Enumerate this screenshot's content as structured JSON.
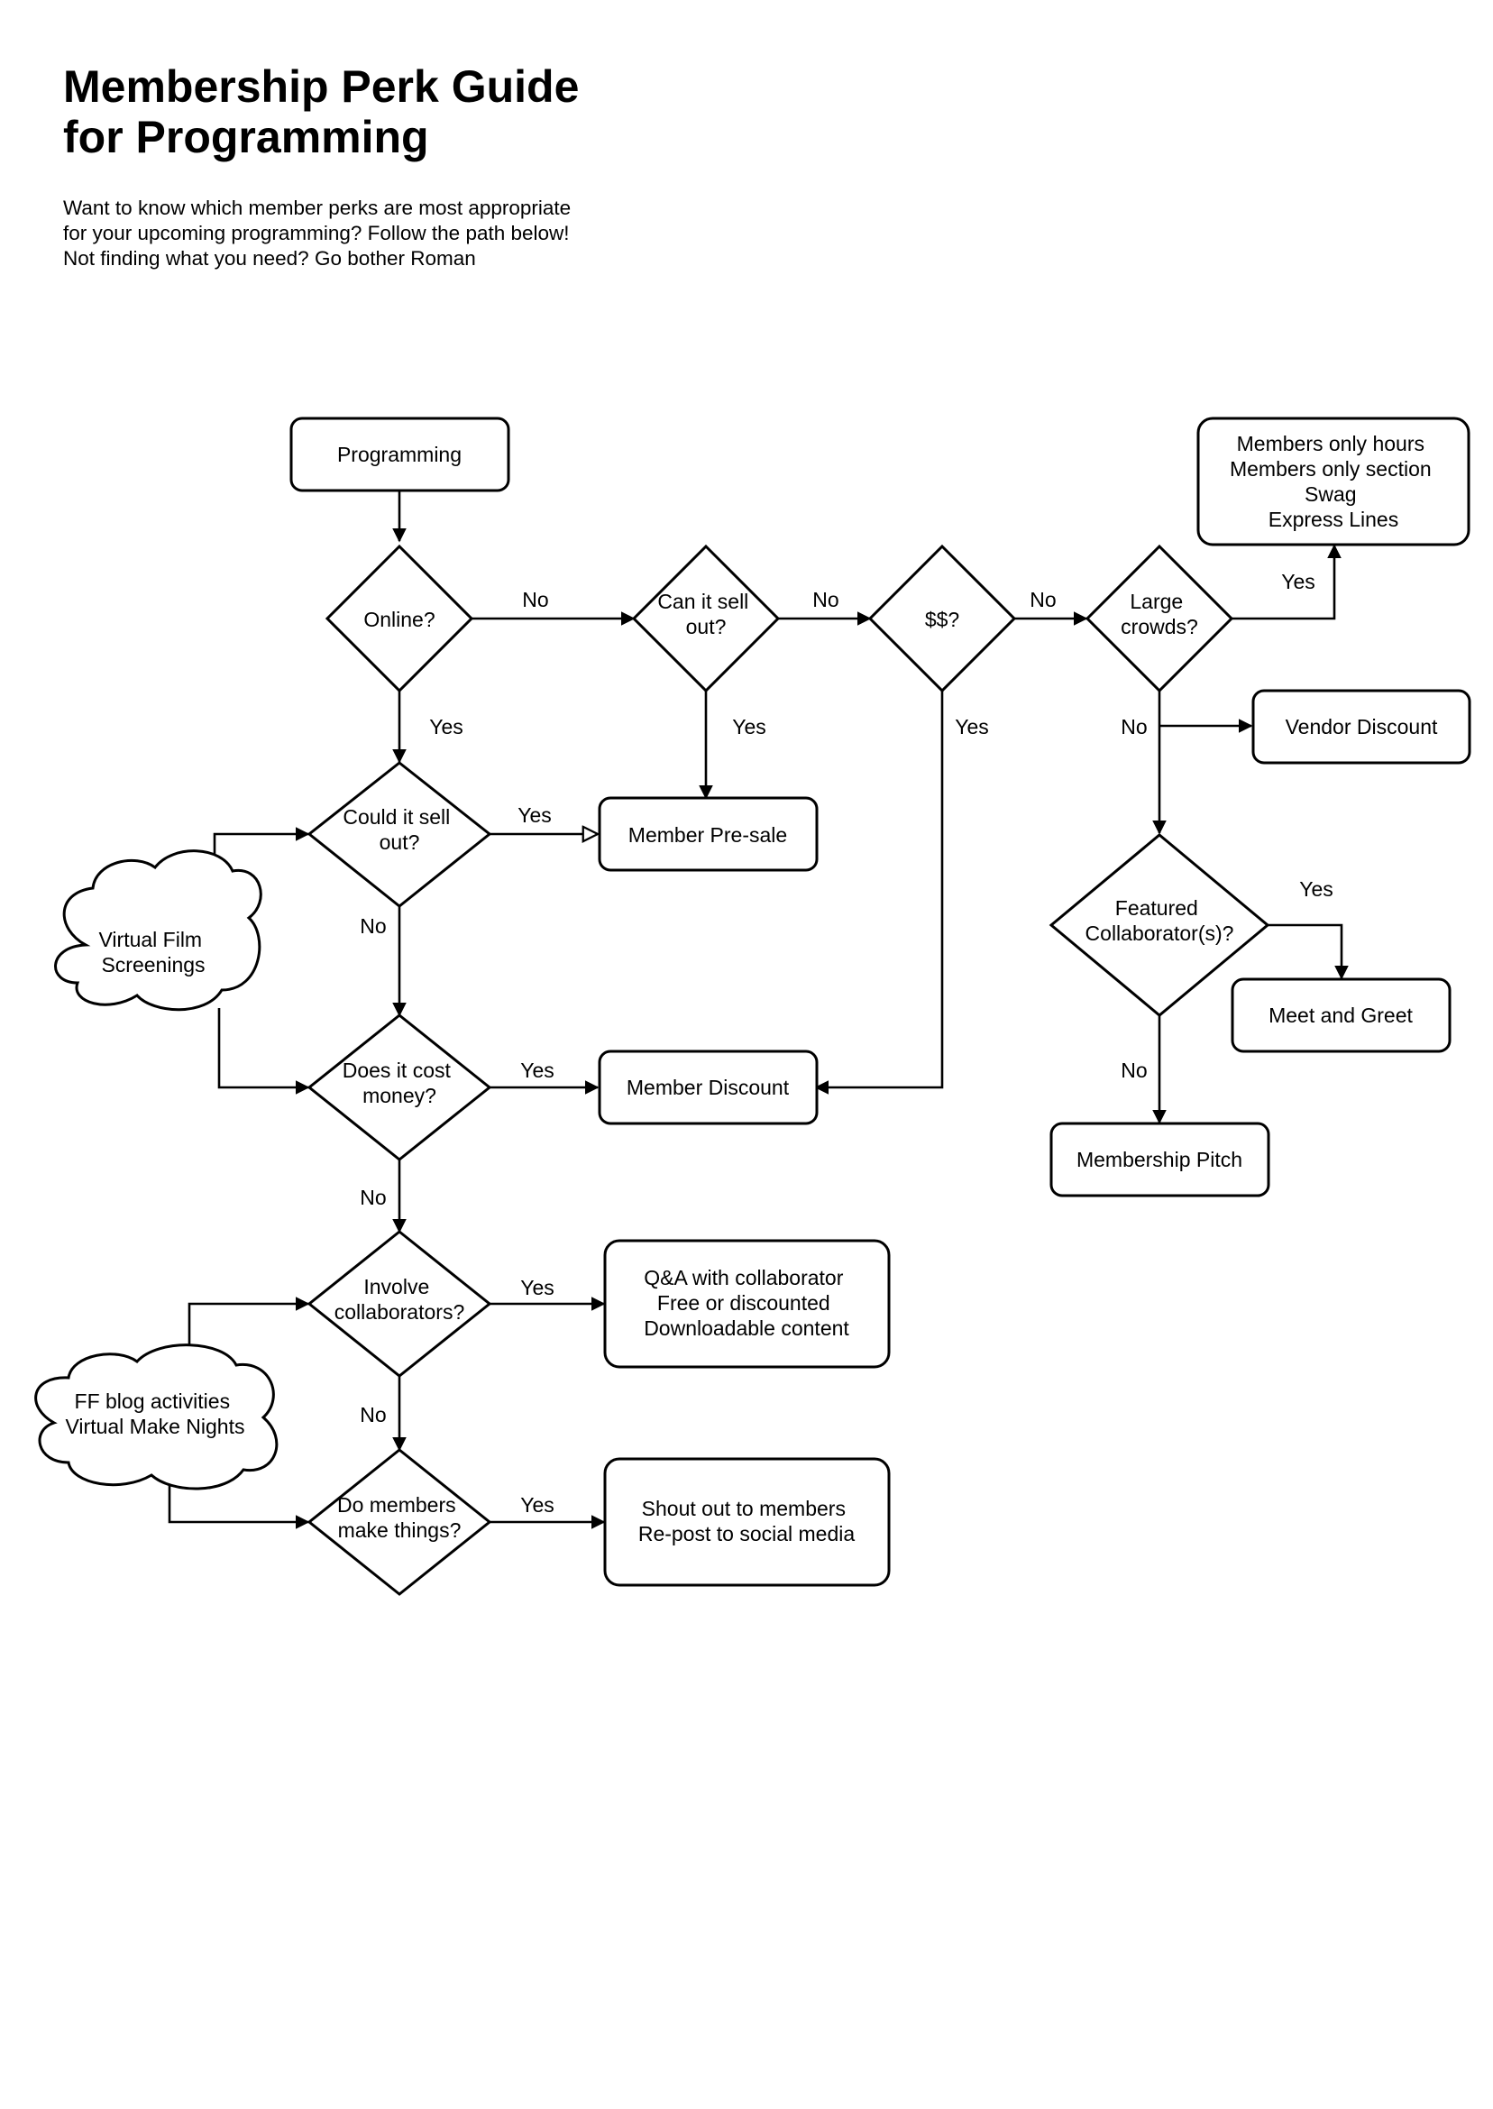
{
  "title": {
    "line1": "Membership Perk Guide",
    "line2": "for Programming"
  },
  "description": [
    "Want to know which member perks are most appropriate",
    "for your upcoming programming? Follow the path below!",
    "Not finding what you need? Go bother Roman"
  ],
  "nodes": {
    "programming": [
      "Programming"
    ],
    "online": [
      "Online?"
    ],
    "can_sell_out": [
      "Can it sell",
      "out?"
    ],
    "money": [
      "$$?"
    ],
    "large_crowds": [
      "Large",
      "crowds?"
    ],
    "members_only": [
      "Members only hours",
      "Members only section",
      "Swag",
      "Express Lines"
    ],
    "vendor_discount": [
      "Vendor Discount"
    ],
    "could_sell_out": [
      "Could it sell",
      "out?"
    ],
    "member_presale": [
      "Member Pre-sale"
    ],
    "virtual_film": [
      "Virtual Film",
      "Screenings"
    ],
    "featured_collab": [
      "Featured",
      "Collaborator(s)?"
    ],
    "meet_greet": [
      "Meet and Greet"
    ],
    "cost_money": [
      "Does it cost",
      "money?"
    ],
    "member_discount": [
      "Member Discount"
    ],
    "membership_pitch": [
      "Membership Pitch"
    ],
    "involve_collab": [
      "Involve",
      "collaborators?"
    ],
    "qa_collab": [
      "Q&A with collaborator",
      "Free or discounted",
      "Downloadable content"
    ],
    "ff_blog": [
      "FF blog activities",
      "Virtual Make Nights"
    ],
    "members_make": [
      "Do members",
      "make things?"
    ],
    "shout_out": [
      "Shout out to members",
      "Re-post to social media"
    ]
  },
  "edge_labels": {
    "online_no": "No",
    "sellout_no": "No",
    "money_no": "No",
    "crowds_yes": "Yes",
    "online_yes": "Yes",
    "sellout_yes": "Yes",
    "money_yes": "Yes",
    "crowds_no": "No",
    "could_yes": "Yes",
    "could_no": "No",
    "featured_yes": "Yes",
    "cost_yes": "Yes",
    "featured_no": "No",
    "cost_no": "No",
    "involve_yes": "Yes",
    "involve_no": "No",
    "make_yes": "Yes"
  }
}
